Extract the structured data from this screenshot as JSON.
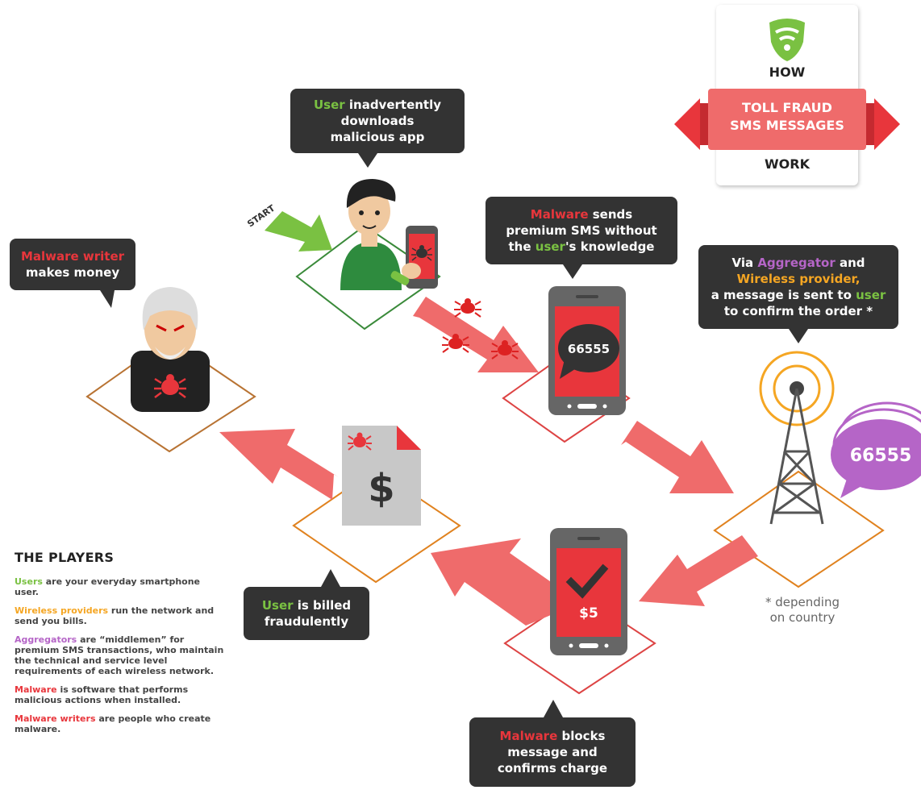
{
  "title": {
    "top": "HOW",
    "banner_line1": "TOLL FRAUD",
    "banner_line2": "SMS MESSAGES",
    "bottom": "WORK",
    "logo_icon": "wifi-shield-icon"
  },
  "start_label": "START",
  "bubbles": {
    "download": {
      "user": "User",
      "rest1": " inadvertently",
      "line2": "downloads",
      "line3": "malicious app"
    },
    "malware_sends": {
      "malware": "Malware",
      "rest1": " sends",
      "line2": "premium SMS without",
      "line3a": "the ",
      "user": "user",
      "line3b": "'s knowledge"
    },
    "via": {
      "line1a": "Via ",
      "aggregator": "Aggregator",
      "line1b": " and",
      "wireless": "Wireless provider,",
      "line3a": "a message is sent to ",
      "user": "user",
      "line4": "to confirm the order *"
    },
    "writer": {
      "malware_writer": "Malware writer",
      "line2": "makes money"
    },
    "billed": {
      "user": "User",
      "rest1": " is billed",
      "line2": "fraudulently"
    },
    "blocks": {
      "malware": "Malware",
      "rest1": " blocks",
      "line2": "message and",
      "line3": "confirms charge"
    }
  },
  "phone1_code": "66555",
  "tower_code": "66555",
  "phone2_amount": "$5",
  "bill_symbol": "$",
  "footnote_line1": "* depending",
  "footnote_line2": "on country",
  "players": {
    "heading": "THE PLAYERS",
    "items": [
      {
        "term": "Users",
        "desc": " are your everyday smartphone user.",
        "color": "#7ac142"
      },
      {
        "term": "Wireless providers",
        "desc": " run the network and send you bills.",
        "color": "#f5a623"
      },
      {
        "term": "Aggregators",
        "desc": " are “middlemen” for premium SMS transactions, who maintain the technical and service level requirements of each wireless network.",
        "color": "#b565c7"
      },
      {
        "term": "Malware",
        "desc": " is software that performs malicious actions when installed.",
        "color": "#e8363c"
      },
      {
        "term": "Malware writers",
        "desc": " are people who create malware.",
        "color": "#e8363c"
      }
    ]
  },
  "colors": {
    "red": "#e8363c",
    "green": "#7ac142",
    "orange": "#f5a623",
    "purple": "#b565c7",
    "dark": "#333333",
    "arrow": "#ef6b6b"
  }
}
